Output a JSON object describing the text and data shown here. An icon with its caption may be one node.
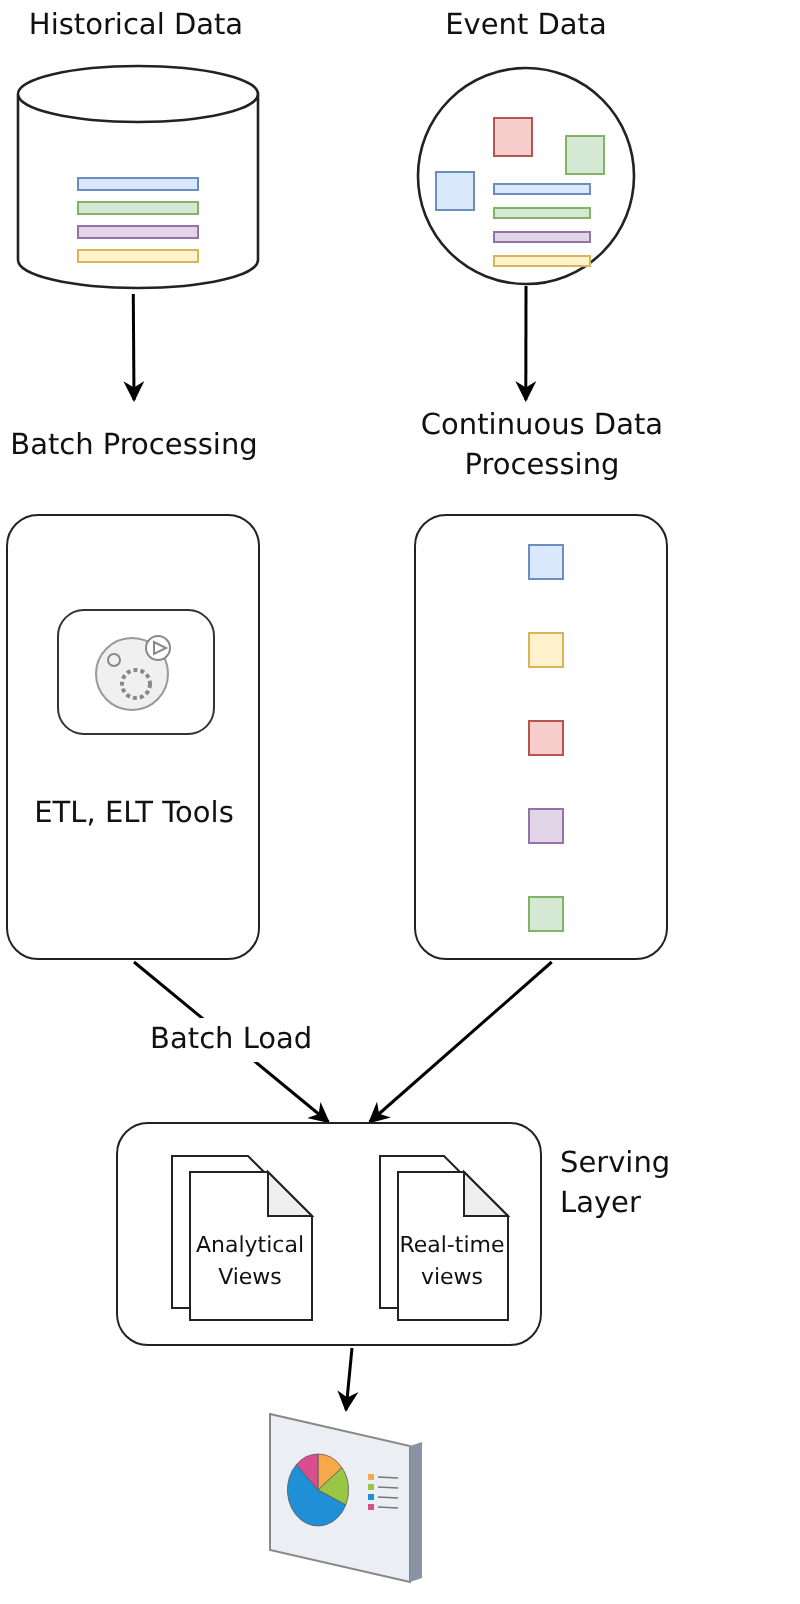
{
  "diagram": {
    "nodes": [
      {
        "text": [
          "Historical Data"
        ]
      },
      {
        "text": [
          "Event Data"
        ]
      },
      {
        "text": [
          "Batch Processing",
          "ETL, ELT Tools"
        ]
      },
      {
        "text": [
          "Continuous Data Processing"
        ]
      },
      {
        "text": [
          "Serving Layer"
        ]
      },
      {
        "text": [
          "Analytical Views"
        ],
        "in": 4
      },
      {
        "text": [
          "Real-time views"
        ],
        "in": 4
      },
      {
        "text": [],
        "shape": "picture"
      }
    ],
    "edges": [
      {
        "from": 0,
        "to": 2,
        "arrow": "to"
      },
      {
        "from": 1,
        "to": 3,
        "arrow": "to"
      },
      {
        "from": 2,
        "to": 4,
        "arrow": "to",
        "label": "Batch Load"
      },
      {
        "from": 3,
        "to": 4,
        "arrow": "to"
      },
      {
        "from": 4,
        "to": 7,
        "arrow": "to"
      }
    ]
  }
}
